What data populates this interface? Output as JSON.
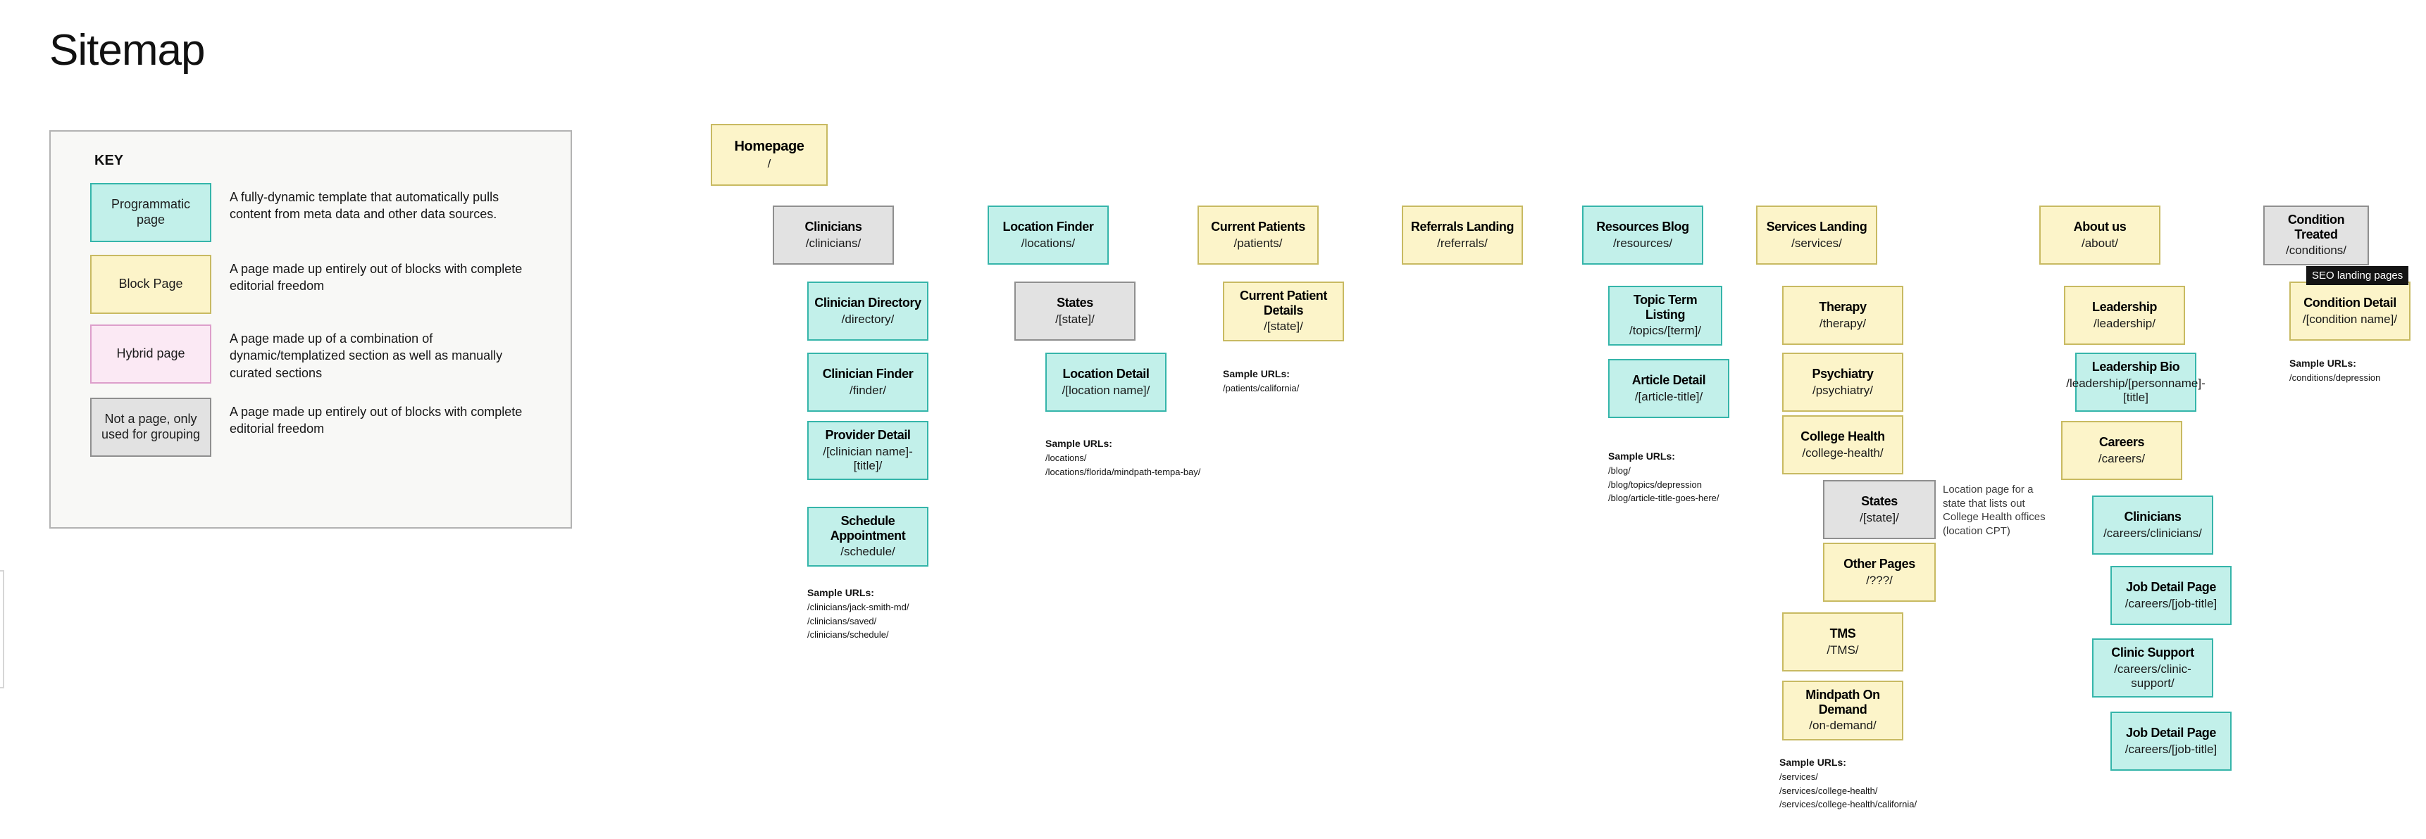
{
  "page": {
    "title": "Sitemap"
  },
  "key": {
    "title": "KEY",
    "items": [
      {
        "label": "Programmatic page",
        "description": "A fully-dynamic template that automatically pulls content from meta data and other data sources."
      },
      {
        "label": "Block Page",
        "description": "A page made up entirely out of blocks with complete editorial freedom"
      },
      {
        "label": "Hybrid page",
        "description": "A page made up of a combination of dynamic/templatized section as well as manually curated sections"
      },
      {
        "label": "Not a page, only used for grouping",
        "description": "A page made up entirely out of blocks with complete editorial freedom"
      }
    ]
  },
  "nodes": {
    "homepage": {
      "title": "Homepage",
      "path": "/"
    },
    "clinicians": {
      "title": "Clinicians",
      "path": "/clinicians/"
    },
    "clinician_directory": {
      "title": "Clinician Directory",
      "path": "/directory/"
    },
    "clinician_finder": {
      "title": "Clinician Finder",
      "path": "/finder/"
    },
    "provider_detail": {
      "title": "Provider Detail",
      "path": "/[clinician name]-[title]/"
    },
    "schedule_appointment": {
      "title": "Schedule Appointment",
      "path": "/schedule/"
    },
    "location_finder": {
      "title": "Location Finder",
      "path": "/locations/"
    },
    "states": {
      "title": "States",
      "path": "/[state]/"
    },
    "location_detail": {
      "title": "Location Detail",
      "path": "/[location name]/"
    },
    "current_patients": {
      "title": "Current Patients",
      "path": "/patients/"
    },
    "current_patient_details": {
      "title": "Current Patient Details",
      "path": "/[state]/"
    },
    "referrals_landing": {
      "title": "Referrals Landing",
      "path": "/referrals/"
    },
    "resources_blog": {
      "title": "Resources Blog",
      "path": "/resources/"
    },
    "topic_term_listing": {
      "title": "Topic Term Listing",
      "path": "/topics/[term]/"
    },
    "article_detail": {
      "title": "Article Detail",
      "path": "/[article-title]/"
    },
    "services_landing": {
      "title": "Services Landing",
      "path": "/services/"
    },
    "therapy": {
      "title": "Therapy",
      "path": "/therapy/"
    },
    "psychiatry": {
      "title": "Psychiatry",
      "path": "/psychiatry/"
    },
    "college_health": {
      "title": "College Health",
      "path": "/college-health/"
    },
    "college_health_states": {
      "title": "States",
      "path": "/[state]/"
    },
    "other_pages": {
      "title": "Other Pages",
      "path": "/???/"
    },
    "tms": {
      "title": "TMS",
      "path": "/TMS/"
    },
    "mindpath_on_demand": {
      "title": "Mindpath On Demand",
      "path": "/on-demand/"
    },
    "about_us": {
      "title": "About us",
      "path": "/about/"
    },
    "leadership": {
      "title": "Leadership",
      "path": "/leadership/"
    },
    "leadership_bio": {
      "title": "Leadership Bio",
      "path": "/leadership/[personname]-[title]"
    },
    "careers": {
      "title": "Careers",
      "path": "/careers/"
    },
    "careers_clinicians": {
      "title": "Clinicians",
      "path": "/careers/clinicians/"
    },
    "job_detail_1": {
      "title": "Job Detail Page",
      "path": "/careers/[job-title]"
    },
    "clinic_support": {
      "title": "Clinic Support",
      "path": "/careers/clinic-support/"
    },
    "job_detail_2": {
      "title": "Job Detail Page",
      "path": "/careers/[job-title]"
    },
    "condition_treated": {
      "title": "Condition Treated",
      "path": "/conditions/"
    },
    "condition_detail": {
      "title": "Condition Detail",
      "path": "/[condition name]/"
    }
  },
  "samples": {
    "label": "Sample URLs:",
    "clinicians": [
      "/clinicians/jack-smith-md/",
      "/clinicians/saved/",
      "/clinicians/schedule/"
    ],
    "locations": [
      "/locations/",
      "/locations/florida/mindpath-tempa-bay/"
    ],
    "patients": [
      "/patients/california/"
    ],
    "blog": [
      "/blog/",
      "/blog/topics/depression",
      "/blog/article-title-goes-here/"
    ],
    "services": [
      "/services/",
      "/services/college-health/",
      "/services/college-health/california/"
    ],
    "conditions": [
      "/conditions/depression"
    ]
  },
  "annotations": {
    "seo_tag": "SEO landing pages",
    "college_health_note": "Location page for a state that lists out College Health offices (location CPT)"
  }
}
